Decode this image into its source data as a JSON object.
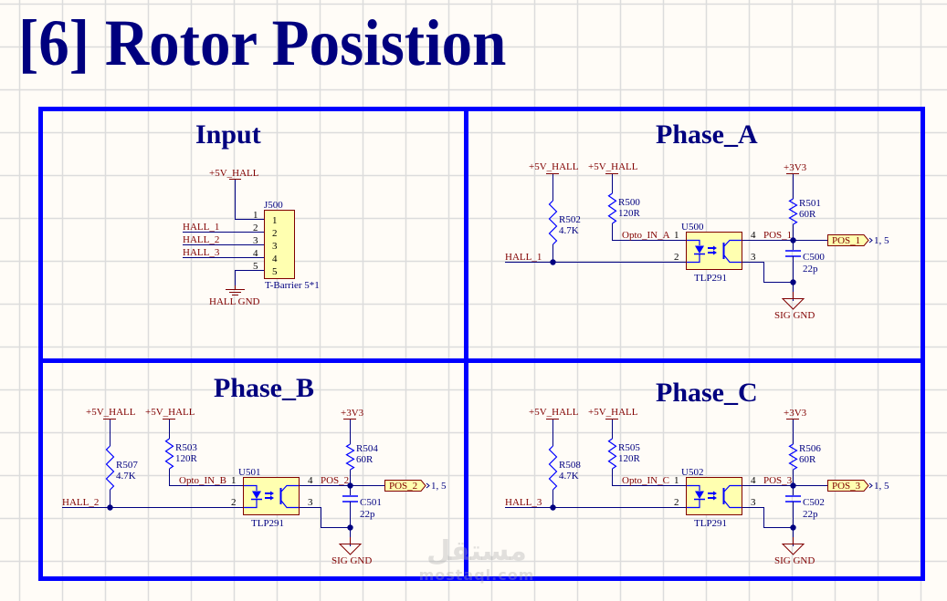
{
  "sheet": {
    "title": "[6] Rotor Posistion",
    "colors": {
      "background": "#fffcf7",
      "grid": "#dcdcdc",
      "border": "#0000ff",
      "wire": "#000080",
      "net_label": "#800000",
      "component_body": "#ffffb0",
      "component_outline": "#800000",
      "junction": "#000080",
      "title": "#00007f"
    }
  },
  "sections": {
    "input": {
      "title": "Input",
      "power_net": "+5V_HALL",
      "ground_net": "HALL GND",
      "connector": {
        "designator": "J500",
        "value": "T-Barrier 5*1",
        "pins": [
          "1",
          "2",
          "3",
          "4",
          "5"
        ],
        "nets": [
          "+5V_HALL",
          "HALL_1",
          "HALL_2",
          "HALL_3",
          "HALL GND"
        ]
      },
      "net_labels": [
        "HALL_1",
        "HALL_2",
        "HALL_3"
      ]
    },
    "phase_a": {
      "title": "Phase_A",
      "pullup_power": "+5V_HALL",
      "led_power": "+5V_HALL",
      "out_power": "+3V3",
      "ground": "SIG GND",
      "input_net": "HALL_1",
      "opto_net": "Opto_IN_A",
      "output_net": "POS_1",
      "port": {
        "name": "POS_1",
        "ref": "1, 5"
      },
      "pullup": {
        "designator": "R502",
        "value": "4.7K"
      },
      "led_res": {
        "designator": "R500",
        "value": "120R"
      },
      "out_res": {
        "designator": "R501",
        "value": "60R"
      },
      "cap": {
        "designator": "C500",
        "value": "22p"
      },
      "opto": {
        "designator": "U500",
        "value": "TLP291",
        "pins": [
          "1",
          "2",
          "3",
          "4"
        ]
      }
    },
    "phase_b": {
      "title": "Phase_B",
      "pullup_power": "+5V_HALL",
      "led_power": "+5V_HALL",
      "out_power": "+3V3",
      "ground": "SIG GND",
      "input_net": "HALL_2",
      "opto_net": "Opto_IN_B",
      "output_net": "POS_2",
      "port": {
        "name": "POS_2",
        "ref": "1, 5"
      },
      "pullup": {
        "designator": "R507",
        "value": "4.7K"
      },
      "led_res": {
        "designator": "R503",
        "value": "120R"
      },
      "out_res": {
        "designator": "R504",
        "value": "60R"
      },
      "cap": {
        "designator": "C501",
        "value": "22p"
      },
      "opto": {
        "designator": "U501",
        "value": "TLP291",
        "pins": [
          "1",
          "2",
          "3",
          "4"
        ]
      }
    },
    "phase_c": {
      "title": "Phase_C",
      "pullup_power": "+5V_HALL",
      "led_power": "+5V_HALL",
      "out_power": "+3V3",
      "ground": "SIG GND",
      "input_net": "HALL_3",
      "opto_net": "Opto_IN_C",
      "output_net": "POS_3",
      "port": {
        "name": "POS_3",
        "ref": "1, 5"
      },
      "pullup": {
        "designator": "R508",
        "value": "4.7K"
      },
      "led_res": {
        "designator": "R505",
        "value": "120R"
      },
      "out_res": {
        "designator": "R506",
        "value": "60R"
      },
      "cap": {
        "designator": "C502",
        "value": "22p"
      },
      "opto": {
        "designator": "U502",
        "value": "TLP291",
        "pins": [
          "1",
          "2",
          "3",
          "4"
        ]
      }
    }
  },
  "watermark": {
    "arabic": "مستقل",
    "latin": "mostaql.com"
  }
}
